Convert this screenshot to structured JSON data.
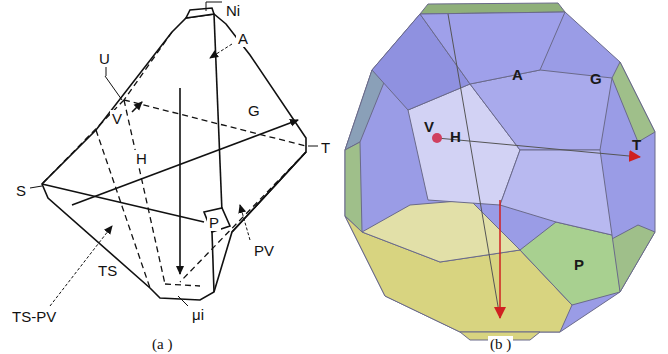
{
  "diagram": {
    "labels": [
      "Ni",
      "A",
      "U",
      "G",
      "V",
      "T",
      "H",
      "P",
      "S",
      "PV",
      "TS",
      "TS-PV",
      "μi",
      "(a )",
      "A",
      "G",
      "H",
      "V",
      "T",
      "P",
      "(b )"
    ]
  }
}
